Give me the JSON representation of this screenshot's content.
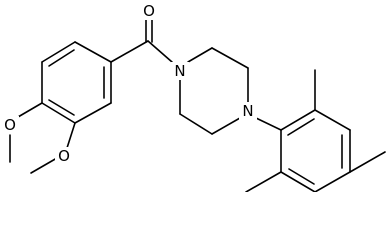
{
  "structure": {
    "atoms": {
      "carbonyl_oxygen": "O",
      "piperazine_n_acyl": "N",
      "piperazine_n_aryl": "N",
      "methoxy_oxygen_para": "O",
      "methoxy_oxygen_meta": "O"
    }
  },
  "colors": {
    "bond": "#000000",
    "label": "#000000",
    "background": "#ffffff"
  }
}
